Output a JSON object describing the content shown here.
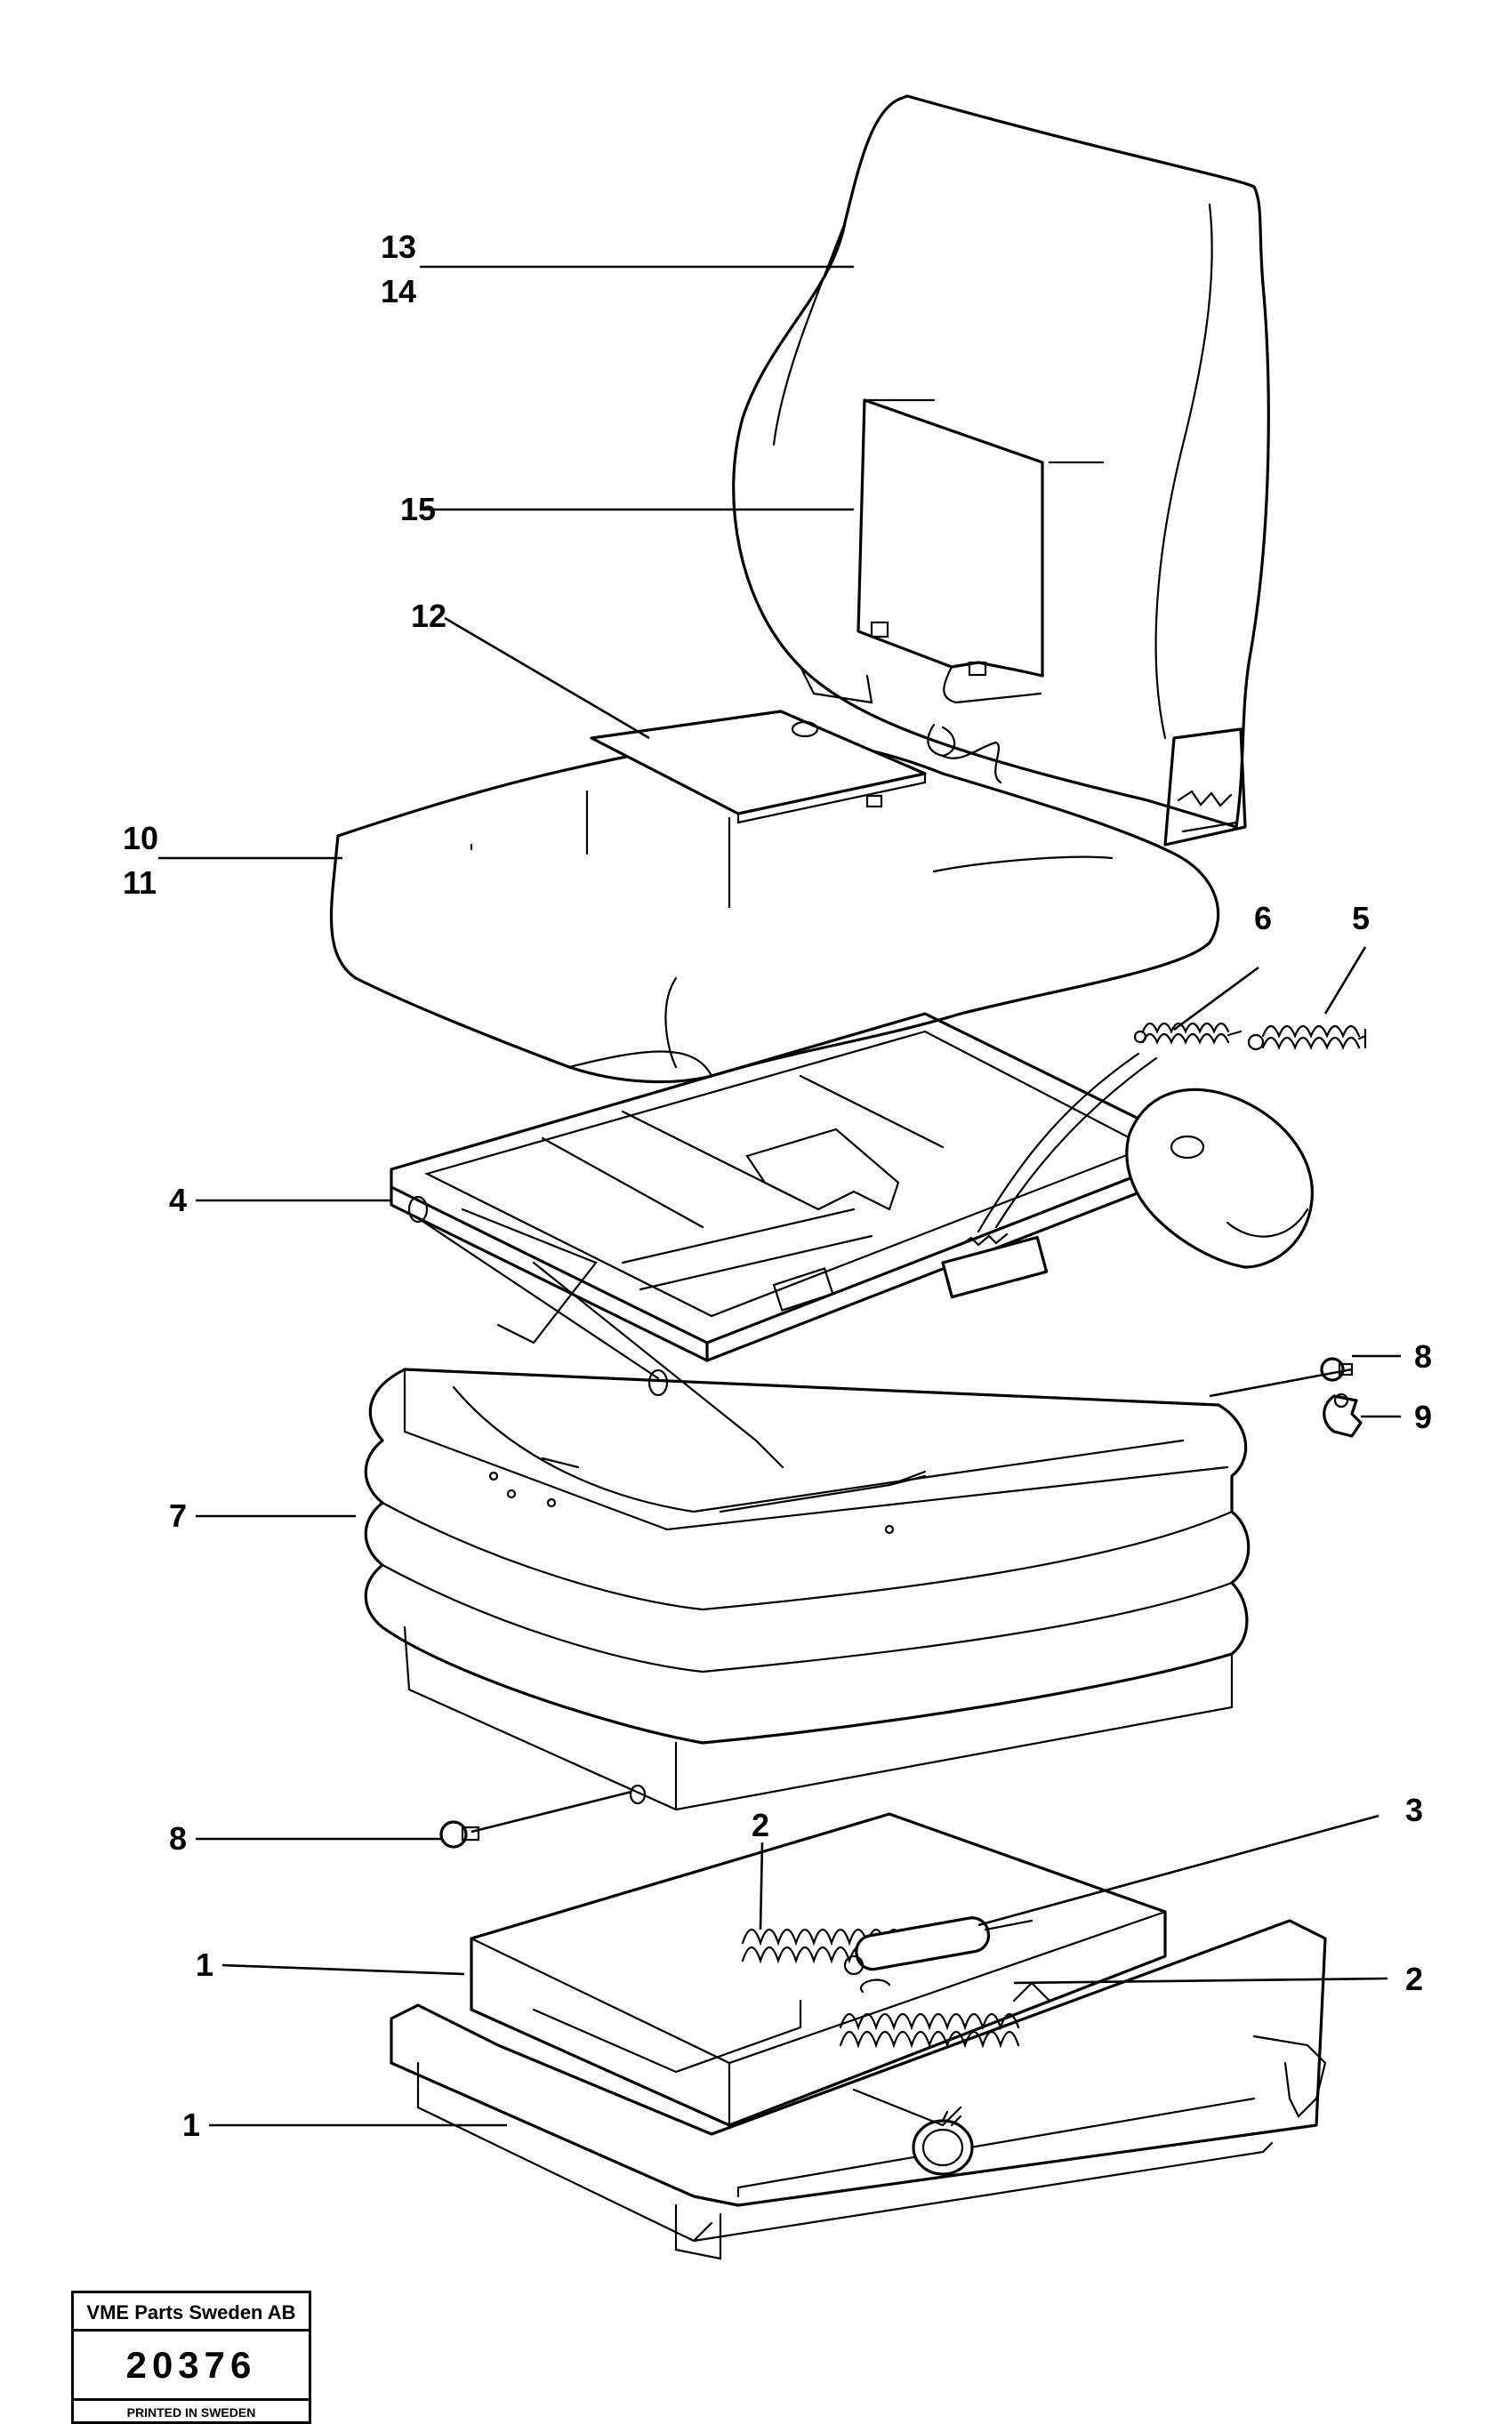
{
  "diagram": {
    "callouts": [
      {
        "id": "c13",
        "text": "13"
      },
      {
        "id": "c14",
        "text": "14"
      },
      {
        "id": "c15",
        "text": "15"
      },
      {
        "id": "c12",
        "text": "12"
      },
      {
        "id": "c10",
        "text": "10"
      },
      {
        "id": "c11",
        "text": "11"
      },
      {
        "id": "c6",
        "text": "6"
      },
      {
        "id": "c5",
        "text": "5"
      },
      {
        "id": "c4",
        "text": "4"
      },
      {
        "id": "c8a",
        "text": "8"
      },
      {
        "id": "c9",
        "text": "9"
      },
      {
        "id": "c7",
        "text": "7"
      },
      {
        "id": "c8b",
        "text": "8"
      },
      {
        "id": "c2a",
        "text": "2"
      },
      {
        "id": "c3",
        "text": "3"
      },
      {
        "id": "c1a",
        "text": "1"
      },
      {
        "id": "c2b",
        "text": "2"
      },
      {
        "id": "c1b",
        "text": "1"
      }
    ]
  },
  "stamp": {
    "company": "VME Parts Sweden AB",
    "number": "20376",
    "printed": "PRINTED IN SWEDEN"
  }
}
